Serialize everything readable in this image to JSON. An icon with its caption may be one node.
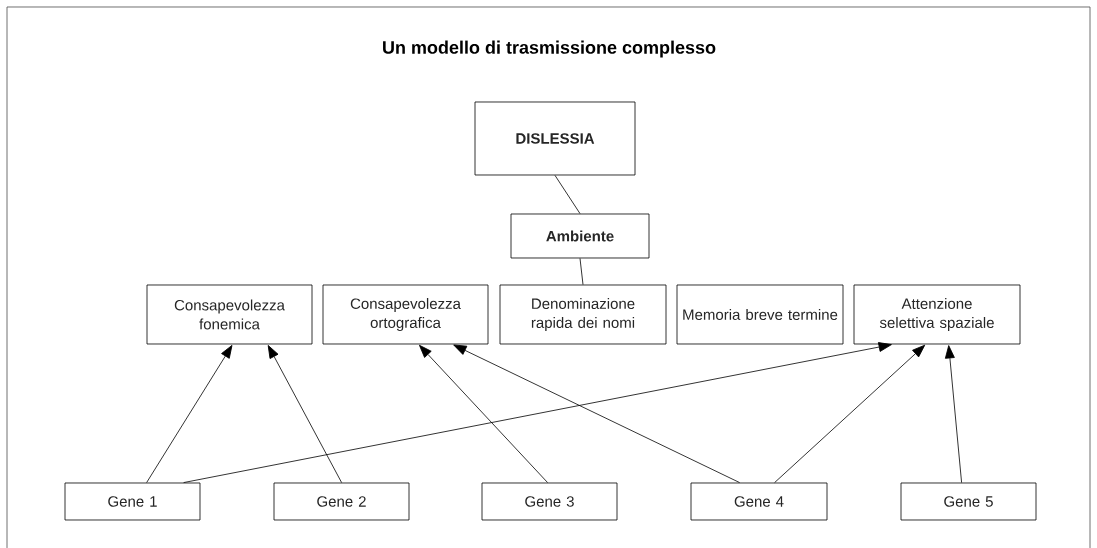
{
  "diagram": {
    "title": "Un modello di trasmissione complesso",
    "nodes": [
      {
        "text": [
          "**DISLESSIA**"
        ]
      },
      {
        "text": [
          "**Ambiente**"
        ]
      },
      {
        "text": [
          "Consapevolezza fonemica"
        ]
      },
      {
        "text": [
          "Consapevolezza ortografica"
        ]
      },
      {
        "text": [
          "Denominazione rapida dei nomi"
        ]
      },
      {
        "text": [
          "Memoria breve termine"
        ]
      },
      {
        "text": [
          "Attenzione selettiva spaziale"
        ]
      },
      {
        "text": [
          "Gene 1"
        ]
      },
      {
        "text": [
          "Gene 2"
        ]
      },
      {
        "text": [
          "Gene 3"
        ]
      },
      {
        "text": [
          "Gene 4"
        ]
      },
      {
        "text": [
          "Gene 5"
        ]
      }
    ],
    "edges": [
      {
        "from": 7,
        "to": 2,
        "arrow": "to"
      },
      {
        "from": 7,
        "to": 6,
        "arrow": "to"
      },
      {
        "from": 8,
        "to": 2,
        "arrow": "to"
      },
      {
        "from": 9,
        "to": 3,
        "arrow": "to"
      },
      {
        "from": 10,
        "to": 3,
        "arrow": "to"
      },
      {
        "from": 10,
        "to": 6,
        "arrow": "to"
      },
      {
        "from": 11,
        "to": 6,
        "arrow": "to"
      },
      {
        "from": 0,
        "to": 1,
        "arrow": "none"
      },
      {
        "from": 1,
        "to": 4,
        "arrow": "none"
      }
    ]
  }
}
